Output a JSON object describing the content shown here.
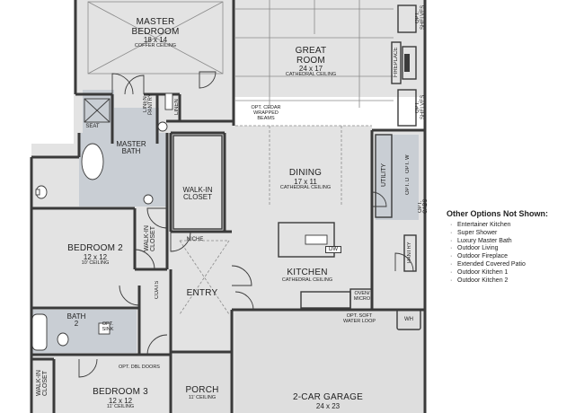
{
  "rooms": {
    "master_bedroom": {
      "name_line1": "MASTER",
      "name_line2": "BEDROOM",
      "dims": "18 x 14",
      "note": "COFFER CEILING"
    },
    "great_room": {
      "name_line1": "GREAT",
      "name_line2": "ROOM",
      "dims": "24 x 17",
      "note": "CATHEDRAL CEILING"
    },
    "master_bath": {
      "name_line1": "MASTER",
      "name_line2": "BATH"
    },
    "seat": "SEAT",
    "linen_master": "LINEN",
    "linen_pantry": "LINEN PANTRY",
    "walk_in_closet_master": {
      "line1": "WALK-IN",
      "line2": "CLOSET"
    },
    "opt_cedar_beams": {
      "line1": "OPT. CEDAR",
      "line2": "WRAPPED",
      "line3": "BEAMS"
    },
    "dining": {
      "name": "DINING",
      "dims": "17 x 11",
      "note": "CATHEDRAL CEILING"
    },
    "utility": "UTILITY",
    "opt_w": "OPT. W",
    "opt_d": "OPT. D",
    "opt_cabs": "OPT. CABS",
    "pantry": "PANTRY",
    "opt_shelves": "OPT. SHELVES",
    "fireplace": "FIREPLACE",
    "bedroom2": {
      "name": "BEDROOM 2",
      "dims": "12 x 12",
      "note": "10' CEILING"
    },
    "walk_in_closet_b2": "WALK-IN CLOSET",
    "niche": "NICHE",
    "kitchen": {
      "name": "KITCHEN",
      "note": "CATHEDRAL CEILING"
    },
    "dw": "DW",
    "oven_micro": {
      "line1": "OVEN/",
      "line2": "MICRO"
    },
    "opt_soft_water": {
      "line1": "OPT. SOFT",
      "line2": "WATER LOOP"
    },
    "wh": "WH",
    "coats": "COATS",
    "entry": "ENTRY",
    "bath2": {
      "name_line1": "BATH",
      "name_line2": "2"
    },
    "opt_sink": {
      "line1": "OPT.",
      "line2": "SINK"
    },
    "opt_dbl_doors": "OPT. DBL DOORS",
    "walk_in_closet_b3": "WALK-IN CLOSET",
    "bedroom3": {
      "name": "BEDROOM 3",
      "dims": "12 x 12",
      "note": "11' CEILING"
    },
    "porch": {
      "name": "PORCH",
      "note": "11' CEILING"
    },
    "garage": {
      "name": "2-CAR GARAGE",
      "dims": "24 x 23"
    }
  },
  "options": {
    "title": "Other Options Not Shown:",
    "items": [
      "Entertainer Kitchen",
      "Super Shower",
      "Luxury Master Bath",
      "Outdoor Living",
      "Outdoor Fireplace",
      "Extended Covered Patio",
      "Outdoor Kitchen 1",
      "Outdoor Kitchen 2"
    ]
  },
  "colors": {
    "floor": "#e3e3e3",
    "wall": "#3a3a3a",
    "tile": "#c9ced4",
    "background": "#ffffff"
  }
}
